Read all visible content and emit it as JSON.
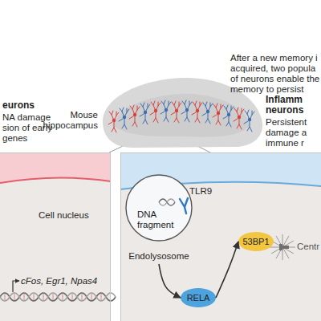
{
  "diagram": {
    "nodes": [
      {
        "text": [
          "eurons",
          "NA damage sion of early genes"
        ]
      },
      {
        "text": [
          "Inflamm neurons",
          "Persistent damage a immune r"
        ]
      },
      {
        "text": [
          "DNA fragment",
          "Endolysosome"
        ],
        "in": 1
      },
      {
        "text": [
          "RELA"
        ],
        "in": 1
      },
      {
        "text": [
          "53BP1"
        ],
        "in": 1
      }
    ],
    "edges": [
      {
        "from": 2,
        "to": 3,
        "arrow": "to"
      },
      {
        "from": 3,
        "to": 4,
        "arrow": "to"
      }
    ],
    "labels": [
      "Mouse hippocampus",
      "After a new memory i acquired, two popula of neurons enable the memory to persist",
      "Cell nucleus",
      "cFos, Egr1, Npas4",
      "TLR9",
      "Centr"
    ]
  }
}
